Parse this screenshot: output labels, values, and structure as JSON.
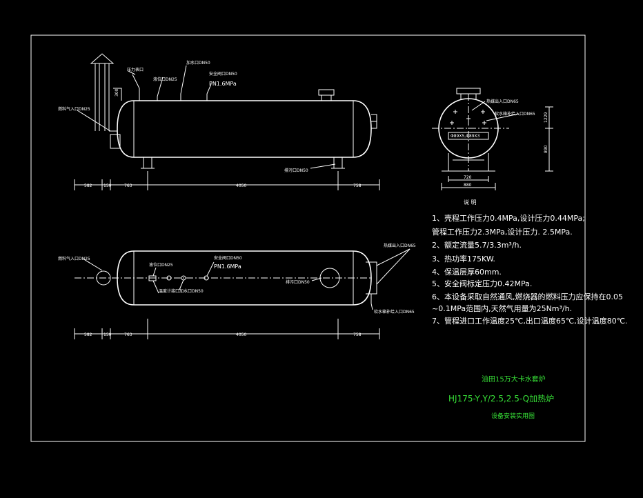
{
  "colors": {
    "background": "#000000",
    "lines": "#ffffff",
    "title_text": "#37e037"
  },
  "front_view": {
    "labels": {
      "fuel_inlet": "燃料气入口DN25",
      "pressure_gauge": "压力表口",
      "level_gauge": "液位口DN25",
      "water_fill": "加水口DN50",
      "safety_valve": "安全阀口DN50",
      "safety_valve_pn": "PN1.6MPa",
      "drain": "排污口DN50",
      "stack_dim": "300"
    },
    "dims": [
      "582",
      "150",
      "763",
      "4050",
      "758"
    ]
  },
  "side_view": {
    "labels": {
      "heat_outlet": "热媒出入口DN65",
      "soft_water": "软水箱补给入口DN65",
      "pipe_size": "Φ89X5,Φ89X3"
    },
    "dims": {
      "width_inner": "720",
      "width_outer": "880",
      "height_top": "1229",
      "height_total": "890"
    }
  },
  "plan_view": {
    "labels": {
      "fuel_inlet": "燃料气入口DN25",
      "level_gauge": "液位口DN25",
      "thermometer": "温度计接口",
      "water_fill": "加水口DN50",
      "safety_valve": "安全阀口DN50",
      "safety_valve_pn": "PN1.6MPa",
      "drain": "排污口DN50",
      "heat_outlet": "热媒出入口DN65",
      "soft_water": "软水箱补给入口DN65"
    },
    "dims": [
      "582",
      "150",
      "763",
      "4050",
      "758"
    ]
  },
  "notes": {
    "heading": "说   明",
    "items": [
      "1、壳程工作压力0.4MPa,设计压力0.44MPa;",
      "   管程工作压力2.3MPa,设计压力. 2.5MPa.",
      "2、额定流量5.7/3.3m³/h.",
      "3、热功率175KW.",
      "4、保温层厚60mm.",
      "5、安全阀标定压力0.42MPa.",
      "6、本设备采取自然通风,燃烧器的燃料压力应保持在0.05",
      "   ~0.1MPa范围内,天然气用量为25Nm³/h.",
      "7、管程进口工作温度25℃,出口温度65℃,设计温度80℃."
    ]
  },
  "title_block": {
    "line1": "油田15万大卡水套炉",
    "line2": "HJ175-Y,Y/2.5,2.5-Q加热炉",
    "line3": "设备安装实用图"
  }
}
